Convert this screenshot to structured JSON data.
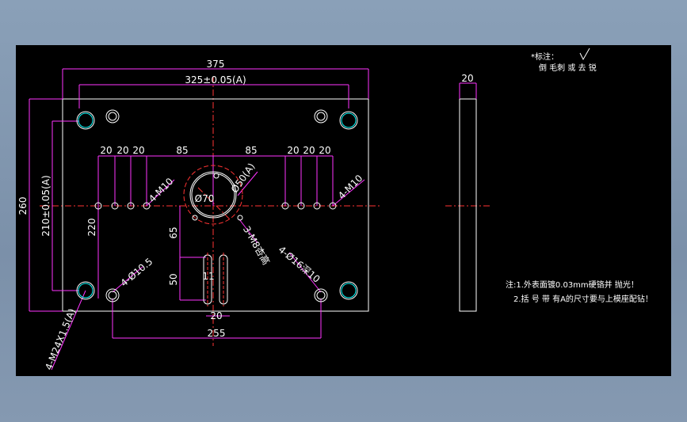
{
  "drawing": {
    "dims": {
      "d375": "375",
      "d325": "325±0.05(A)",
      "d260": "260",
      "d210": "210±0.05(A)",
      "d220": "220",
      "d20a": "20",
      "d20b": "20",
      "d20c": "20",
      "d85a": "85",
      "d85b": "85",
      "d20d": "20",
      "d20e": "20",
      "d20f": "20",
      "m10a": "4-M10",
      "m10b": "4-M10",
      "phi50": "Ø50(A)",
      "phi70": "Ø70",
      "m8": "3-M8杏高",
      "d65": "65",
      "d50": "50",
      "d11": "11",
      "d20g": "20",
      "phi105": "4-Ø10.5",
      "phi16": "4-Ø16深10",
      "d255": "255",
      "m24": "4-M24X1.5(A)",
      "side20": "20"
    },
    "notes": {
      "mark_label": "*标注：",
      "mark_text": "倒 毛刺 或 去 锐",
      "note1": "注:1.外表面镀0.03mm硬铬并 抛光！",
      "note2": "2.括 号 带 有A的尺寸要与上模座配钻！"
    },
    "colors": {
      "background": "#000000",
      "outline": "#ffffff",
      "dimension": "#ff33ff",
      "centerline": "#ff3333",
      "hole": "#00ffff"
    }
  }
}
